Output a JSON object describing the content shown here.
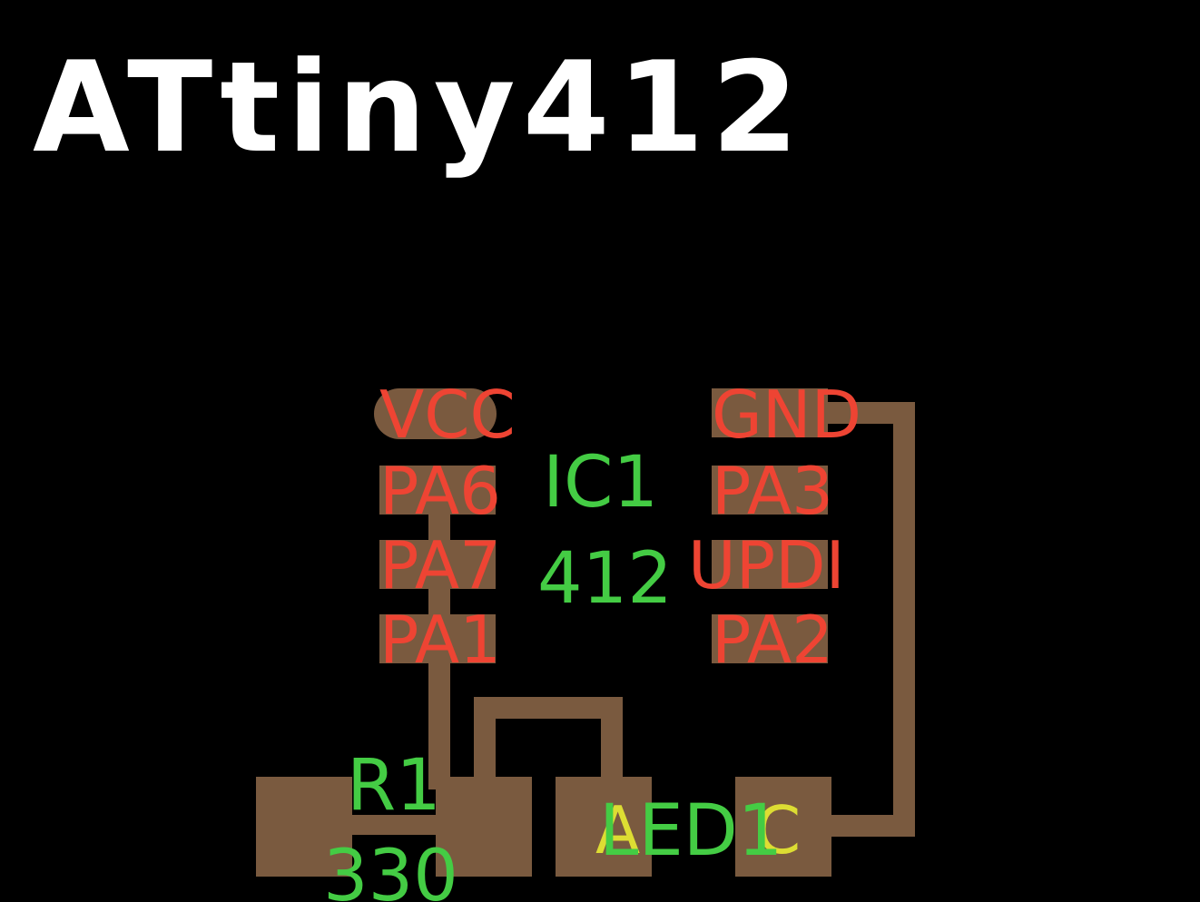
{
  "board": {
    "title": "ATtiny412",
    "colors": {
      "background": "#000000",
      "copper": "#7a5a3f",
      "pin_label": "#ee4433",
      "silkscreen_label": "#44cc44",
      "title": "#ffffff",
      "led_mark": "#dddd33"
    }
  },
  "ic": {
    "ref": "IC1",
    "value": "412",
    "pins_left": [
      "VCC",
      "PA6",
      "PA7",
      "PA1"
    ],
    "pins_right": [
      "GND",
      "PA3",
      "UPDI",
      "PA2"
    ]
  },
  "resistor": {
    "ref": "R1",
    "value": "330"
  },
  "led": {
    "ref": "LED1",
    "anode_mark": "A",
    "cathode_mark": "C"
  }
}
